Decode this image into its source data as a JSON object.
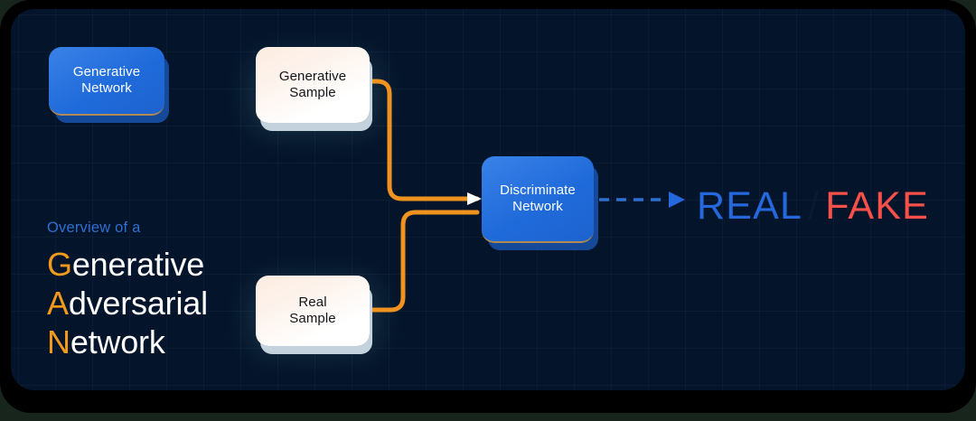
{
  "diagram": {
    "title_kicker": "Overview of a",
    "title_lines": [
      {
        "accent": "G",
        "rest": "enerative"
      },
      {
        "accent": "A",
        "rest": "dversarial"
      },
      {
        "accent": "N",
        "rest": "etwork"
      }
    ],
    "nodes": [
      {
        "id": "generative-network",
        "line1": "Generative",
        "line2": "Network",
        "style": "blue"
      },
      {
        "id": "generative-sample",
        "line1": "Generative",
        "line2": "Sample",
        "style": "cream"
      },
      {
        "id": "real-sample",
        "line1": "Real",
        "line2": "Sample",
        "style": "cream"
      },
      {
        "id": "discriminate-network",
        "line1": "Discriminate",
        "line2": "Network",
        "style": "blue"
      }
    ],
    "verdict": {
      "real": "REAL",
      "separator": "/",
      "fake": "FAKE"
    },
    "colors": {
      "canvas_bg": "#04142b",
      "frame_bg": "#000000",
      "node_blue": "#1f6ada",
      "node_blue_shadow": "#154a9a",
      "node_blue_border": "#b08a52",
      "node_cream": "#fdf1e8",
      "node_cream_shadow": "#c3d2dc",
      "wire_orange": "#f0921f",
      "wire_blue": "#2f6fd0",
      "accent_orange": "#f49a1b",
      "kicker_blue": "#2f6fd0",
      "real_blue": "#2568dd",
      "fake_red": "#f9504a",
      "grid_line": "rgba(120,170,220,0.055)"
    },
    "connectors": [
      {
        "from": "generative-network",
        "to": "generative-sample",
        "style": "solid-gradient-blue-orange",
        "arrow": "orange-triangle"
      },
      {
        "from": "generative-sample",
        "to": "discriminate-network",
        "style": "solid-orange-elbow-down",
        "arrow": "white-triangle"
      },
      {
        "from": "real-sample",
        "to": "discriminate-network",
        "style": "solid-orange-elbow-up",
        "arrow": "white-triangle"
      },
      {
        "from": "discriminate-network",
        "to": "verdict",
        "style": "dashed-blue",
        "arrow": "blue-triangle"
      }
    ]
  }
}
